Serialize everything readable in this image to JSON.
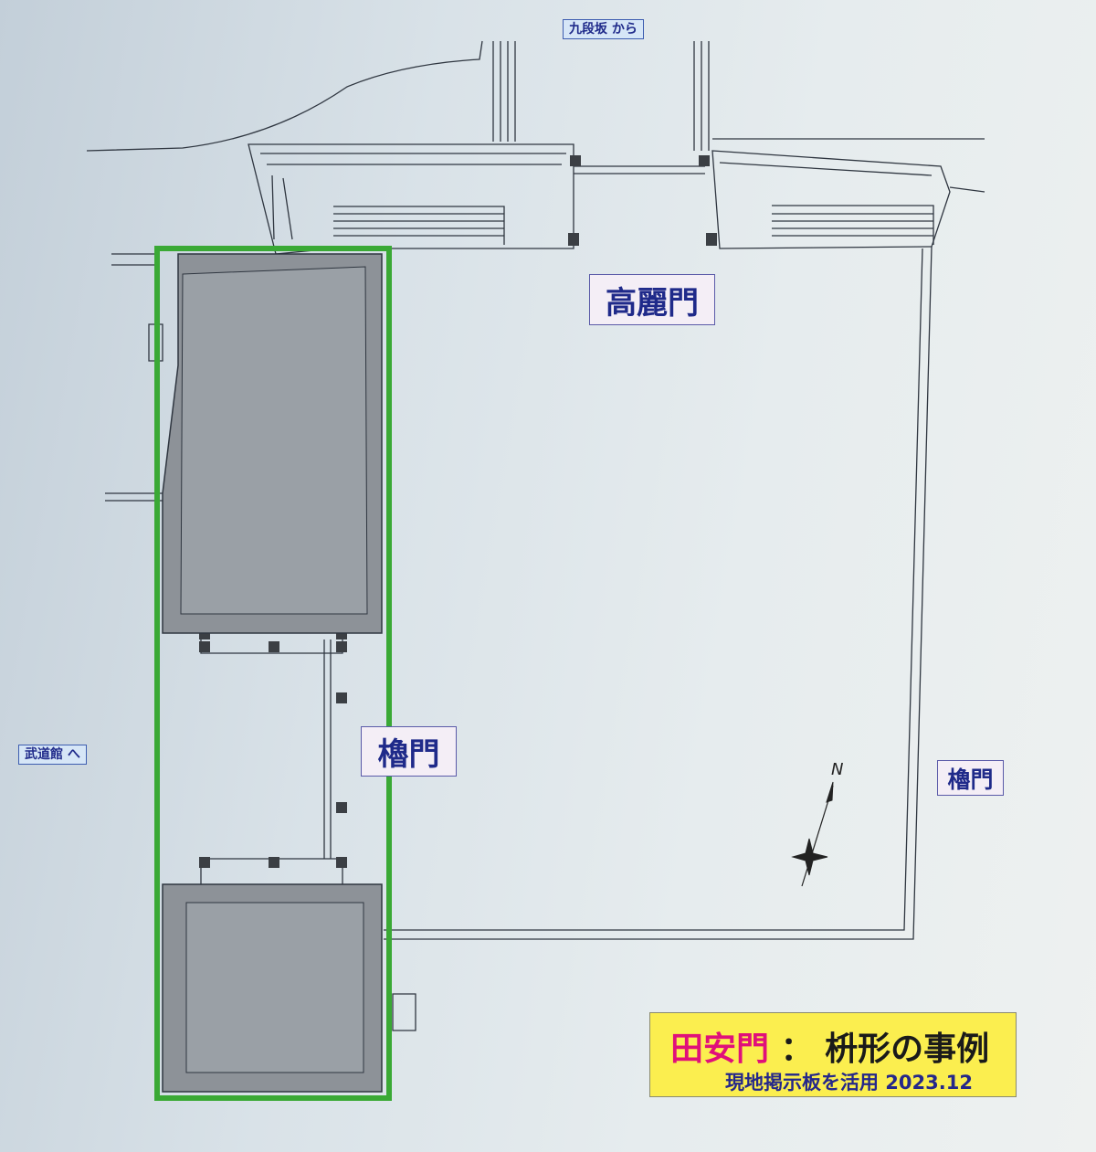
{
  "labels": {
    "from_kudanzaka": "九段坂 から",
    "to_budokan": "武道館 へ",
    "koraimon": "高麗門",
    "yaguramon_left": "櫓門",
    "yaguramon_right": "櫓門",
    "north": "N"
  },
  "caption": {
    "gate_name": "田安門",
    "separator": "：",
    "title": "枡形の事例",
    "subtitle": "現地掲示板を活用 2023.12"
  },
  "colors": {
    "highlight": "#3aa935",
    "gate_name": "#e0107a",
    "caption_bg": "#fbee4f",
    "label_text": "#1f2a8a"
  }
}
